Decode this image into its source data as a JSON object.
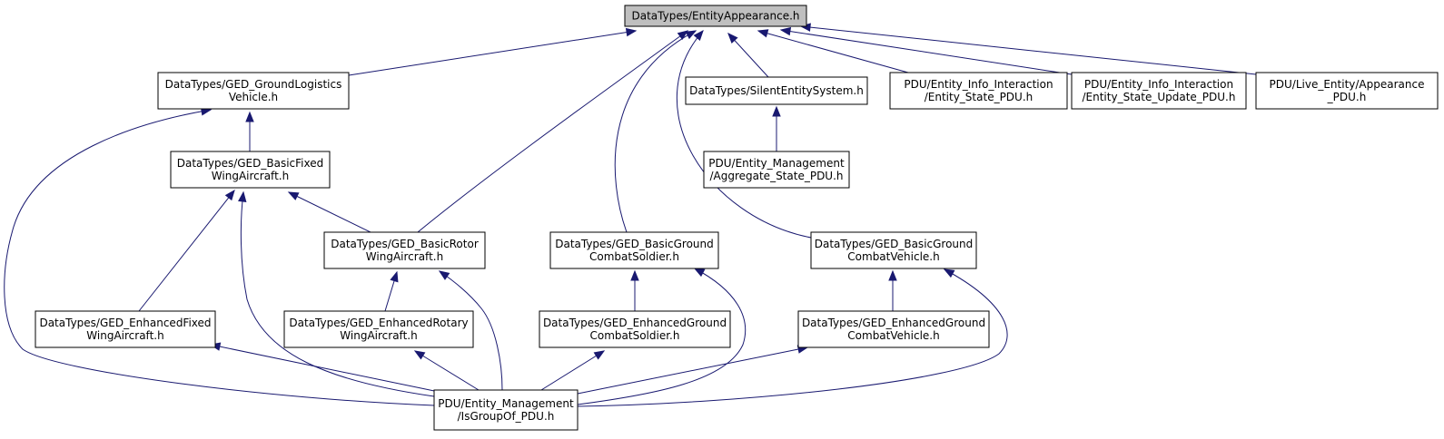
{
  "colors": {
    "edge": "#191970",
    "root_fill": "#bfbfbf",
    "node_fill": "#ffffff",
    "border": "#000000"
  },
  "nodes": {
    "entity_appearance": [
      "DataTypes/EntityAppearance.h"
    ],
    "ground_logistics": [
      "DataTypes/GED_GroundLogistics",
      "Vehicle.h"
    ],
    "silent_entity": [
      "DataTypes/SilentEntitySystem.h"
    ],
    "entity_state_pdu": [
      "PDU/Entity_Info_Interaction",
      "/Entity_State_PDU.h"
    ],
    "entity_state_update_pdu": [
      "PDU/Entity_Info_Interaction",
      "/Entity_State_Update_PDU.h"
    ],
    "live_appearance_pdu": [
      "PDU/Live_Entity/Appearance",
      "_PDU.h"
    ],
    "basic_fixed_wing": [
      "DataTypes/GED_BasicFixed",
      "WingAircraft.h"
    ],
    "aggregate_state_pdu": [
      "PDU/Entity_Management",
      "/Aggregate_State_PDU.h"
    ],
    "basic_rotor_wing": [
      "DataTypes/GED_BasicRotor",
      "WingAircraft.h"
    ],
    "basic_ground_soldier": [
      "DataTypes/GED_BasicGround",
      "CombatSoldier.h"
    ],
    "basic_ground_vehicle": [
      "DataTypes/GED_BasicGround",
      "CombatVehicle.h"
    ],
    "enhanced_fixed_wing": [
      "DataTypes/GED_EnhancedFixed",
      "WingAircraft.h"
    ],
    "enhanced_rotary_wing": [
      "DataTypes/GED_EnhancedRotary",
      "WingAircraft.h"
    ],
    "enhanced_ground_soldier": [
      "DataTypes/GED_EnhancedGround",
      "CombatSoldier.h"
    ],
    "enhanced_ground_vehicle": [
      "DataTypes/GED_EnhancedGround",
      "CombatVehicle.h"
    ],
    "is_group_of_pdu": [
      "PDU/Entity_Management",
      "/IsGroupOf_PDU.h"
    ]
  },
  "edges": [
    [
      "ground_logistics",
      "entity_appearance"
    ],
    [
      "basic_rotor_wing",
      "entity_appearance"
    ],
    [
      "basic_ground_soldier",
      "entity_appearance"
    ],
    [
      "basic_ground_vehicle",
      "entity_appearance"
    ],
    [
      "silent_entity",
      "entity_appearance"
    ],
    [
      "entity_state_pdu",
      "entity_appearance"
    ],
    [
      "entity_state_update_pdu",
      "entity_appearance"
    ],
    [
      "live_appearance_pdu",
      "entity_appearance"
    ],
    [
      "basic_fixed_wing",
      "ground_logistics"
    ],
    [
      "is_group_of_pdu",
      "ground_logistics"
    ],
    [
      "aggregate_state_pdu",
      "silent_entity"
    ],
    [
      "enhanced_fixed_wing",
      "basic_fixed_wing"
    ],
    [
      "is_group_of_pdu",
      "basic_fixed_wing"
    ],
    [
      "basic_rotor_wing",
      "basic_fixed_wing"
    ],
    [
      "enhanced_rotary_wing",
      "basic_rotor_wing"
    ],
    [
      "is_group_of_pdu",
      "basic_rotor_wing"
    ],
    [
      "enhanced_ground_soldier",
      "basic_ground_soldier"
    ],
    [
      "is_group_of_pdu",
      "basic_ground_soldier"
    ],
    [
      "enhanced_ground_vehicle",
      "basic_ground_vehicle"
    ],
    [
      "is_group_of_pdu",
      "basic_ground_vehicle"
    ],
    [
      "is_group_of_pdu",
      "enhanced_fixed_wing"
    ],
    [
      "is_group_of_pdu",
      "enhanced_rotary_wing"
    ],
    [
      "is_group_of_pdu",
      "enhanced_ground_soldier"
    ],
    [
      "is_group_of_pdu",
      "enhanced_ground_vehicle"
    ]
  ]
}
